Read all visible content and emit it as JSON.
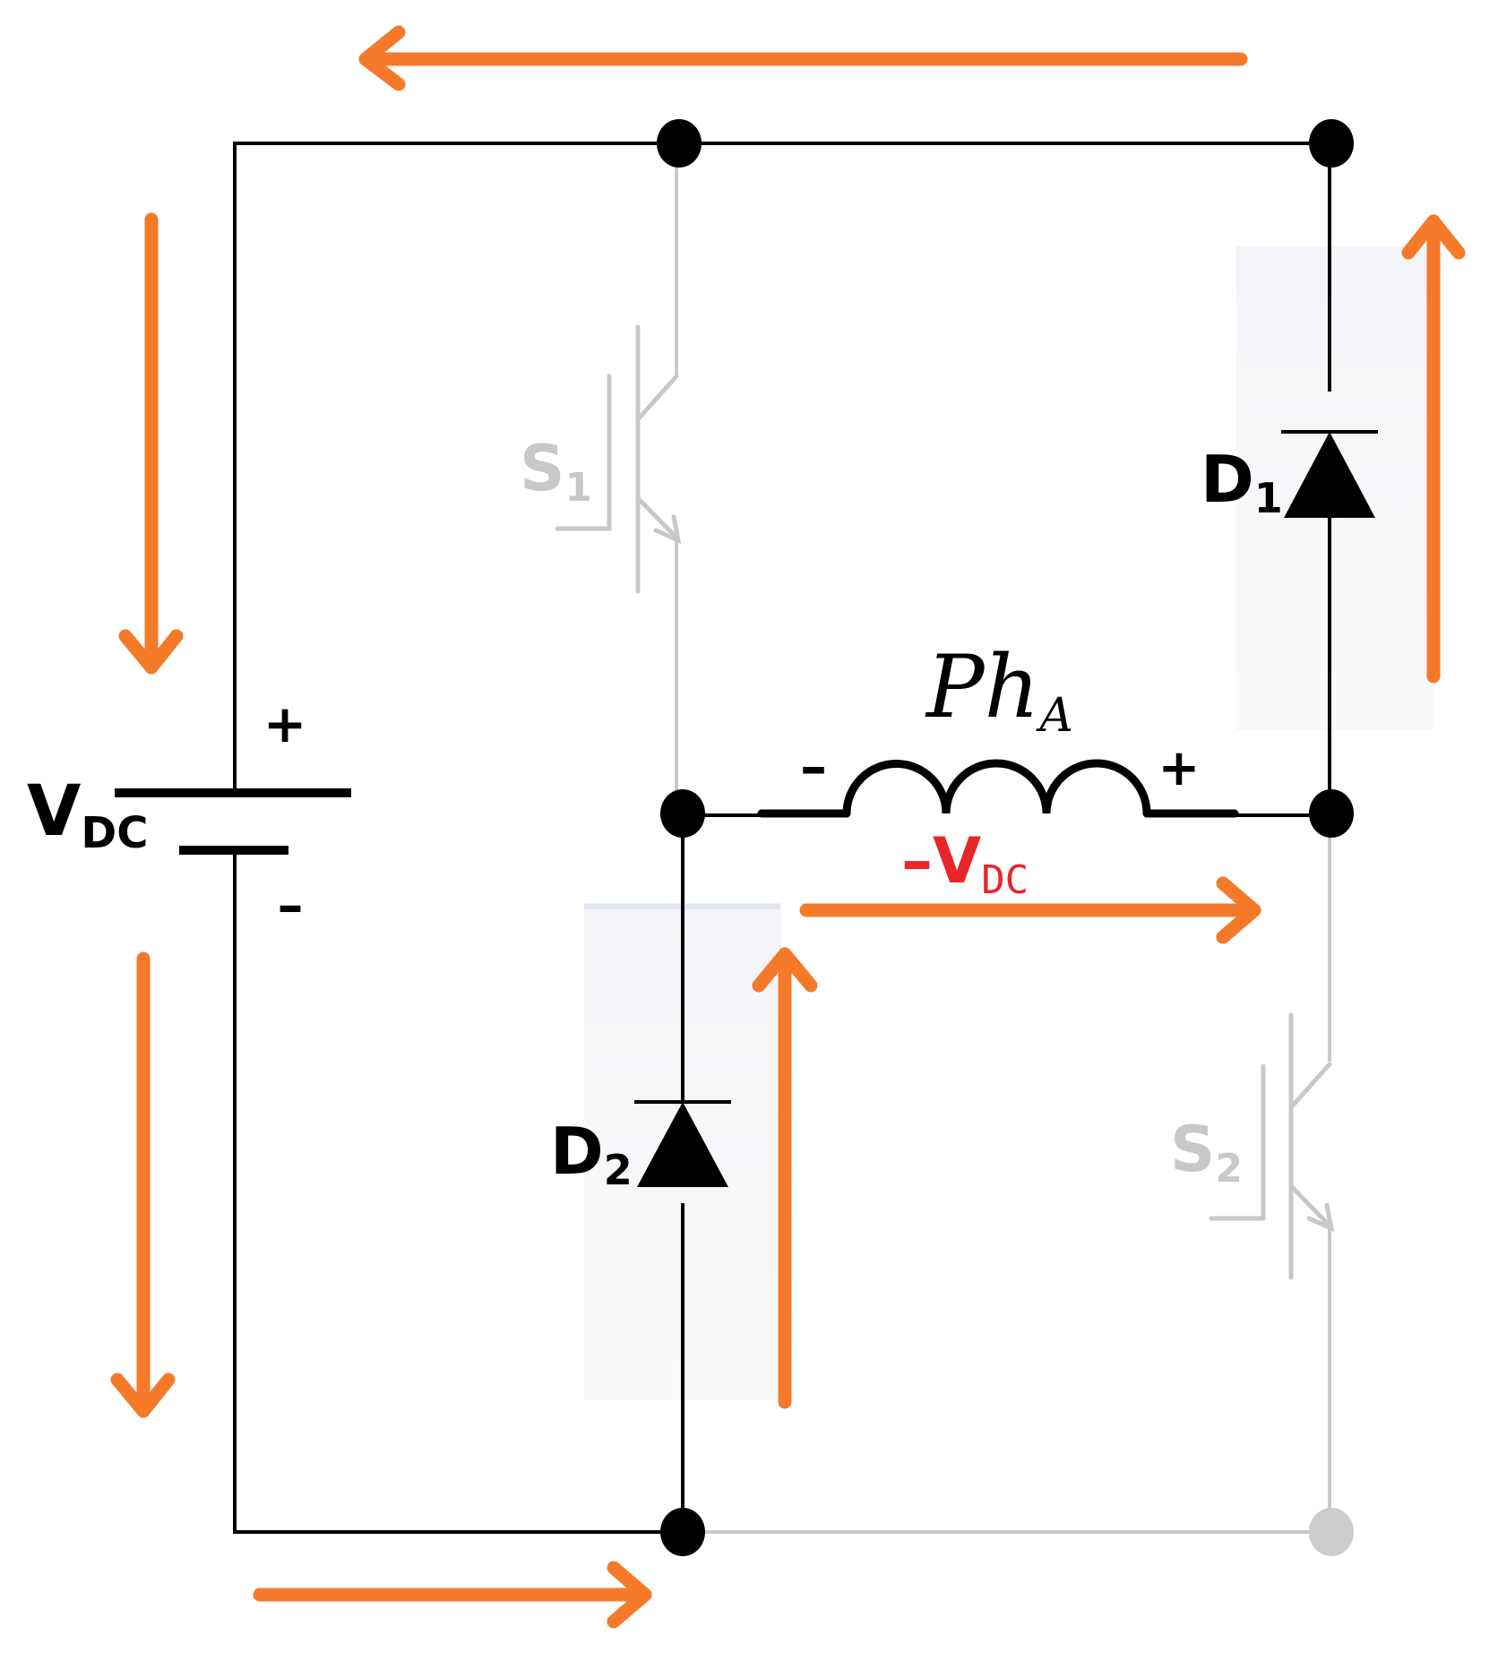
{
  "colors": {
    "wire": "#000000",
    "inactive": "#c8c8c8",
    "current_arrow": "#f47a2a",
    "voltage_label": "#e8262a",
    "shade": "#eef0f4"
  },
  "source": {
    "label_main": "V",
    "label_sub": "DC",
    "plus": "+",
    "minus": "–"
  },
  "switches": [
    {
      "label_main": "S",
      "label_sub": "1",
      "state": "off"
    },
    {
      "label_main": "S",
      "label_sub": "2",
      "state": "off"
    }
  ],
  "diodes": [
    {
      "label_main": "D",
      "label_sub": "1",
      "state": "conducting"
    },
    {
      "label_main": "D",
      "label_sub": "2",
      "state": "conducting"
    }
  ],
  "phase": {
    "label_main": "Ph",
    "label_sub": "A",
    "minus": "–",
    "plus": "+",
    "voltage_prefix": "–V",
    "voltage_sub": "DC"
  },
  "icons": [
    "battery-icon",
    "igbt-icon",
    "diode-icon",
    "inductor-icon",
    "arrow-icon",
    "node-dot-icon"
  ]
}
